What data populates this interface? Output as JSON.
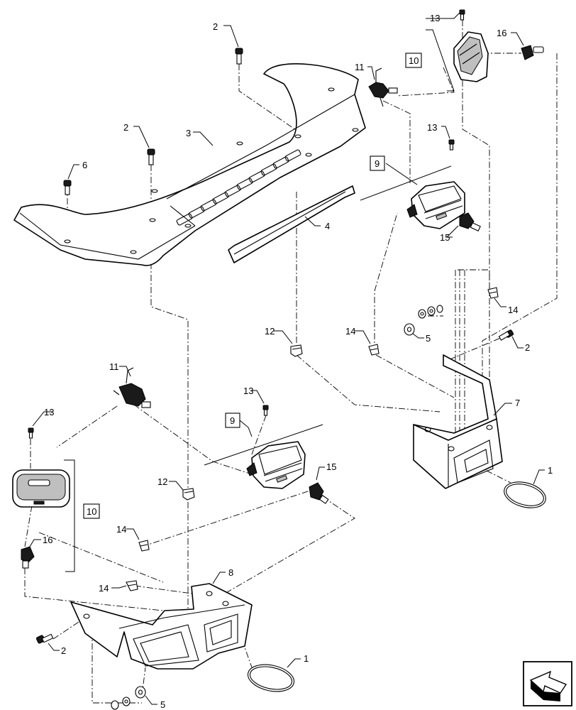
{
  "callouts": {
    "n1a": "1",
    "n1b": "1",
    "n2a": "2",
    "n2b": "2",
    "n2c": "2",
    "n2d": "2",
    "n3": "3",
    "n4": "4",
    "n5a": "5",
    "n5b": "5",
    "n6": "6",
    "n7": "7",
    "n8": "8",
    "n9a": "9",
    "n9b": "9",
    "n10a": "10",
    "n10b": "10",
    "n11a": "11",
    "n11b": "11",
    "n12a": "12",
    "n12b": "12",
    "n13a": "13",
    "n13b": "13",
    "n13c": "13",
    "n13d": "13",
    "n14a": "14",
    "n14b": "14",
    "n14c": "14",
    "n14d": "14",
    "n15a": "15",
    "n15b": "15",
    "n16a": "16",
    "n16b": "16"
  },
  "nav_icon": "next-page-arrow-icon"
}
